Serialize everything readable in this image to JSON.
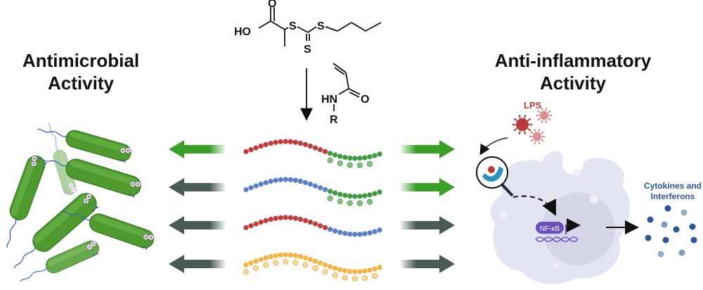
{
  "left_panel": {
    "title_line1": "Antimicrobial",
    "title_line2": "Activity"
  },
  "right_panel": {
    "title_line1": "Anti-inflammatory",
    "title_line2": "Activity"
  },
  "chemistry": {
    "raft_agent_labels": {
      "hydroxyl": "HO",
      "carbonyl_o": "O",
      "s1": "S",
      "s2": "S",
      "thione_s": "S"
    },
    "monomer_labels": {
      "amide_n": "HN",
      "carbonyl_o": "O",
      "substituent": "R"
    }
  },
  "macrophage": {
    "lps_label": "LPS",
    "nfkb_label": "NF-κB",
    "output_label_line1": "Cytokines and",
    "output_label_line2": "Interferons"
  },
  "polymers": [
    {
      "block1_color": "#c23b3b",
      "block2_color": "#3f9a3f",
      "charge": "+",
      "left_arrow_color": "#3aa02a",
      "right_arrow_color": "#3aa02a"
    },
    {
      "block1_color": "#5b7fc7",
      "block2_color": "#3f9a3f",
      "charge": "+",
      "left_arrow_color": "#4a5a55",
      "right_arrow_color": "#3aa02a"
    },
    {
      "block1_color": "#c23b3b",
      "block2_color": "#5b7fc7",
      "charge": "",
      "left_arrow_color": "#4a5a55",
      "right_arrow_color": "#4a5a55"
    },
    {
      "block1_color": "#f5b342",
      "block2_color": "#f5b342",
      "charge": "-",
      "left_arrow_color": "#4a5a55",
      "right_arrow_color": "#4a5a55"
    }
  ],
  "colors": {
    "bacteria": "#4e9a2e",
    "flagella": "#3a62b0",
    "cell": "#e3e4f2",
    "lps": "#b83a3a",
    "cytokine": "#2d5597",
    "nfkb": "#6a4fbf"
  }
}
